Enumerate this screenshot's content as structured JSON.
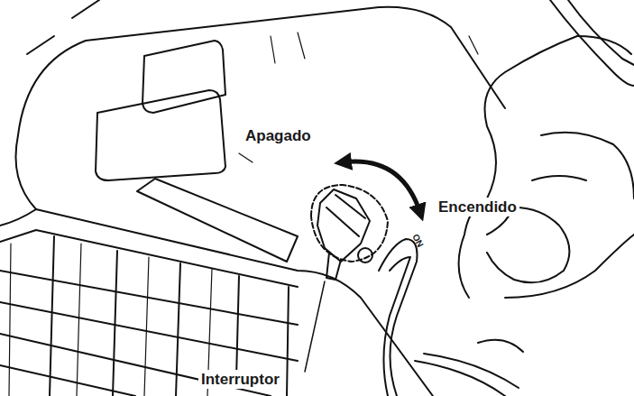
{
  "diagram": {
    "labels": [
      "Apagado",
      "Encendido",
      "Interruptor",
      "ON"
    ]
  }
}
